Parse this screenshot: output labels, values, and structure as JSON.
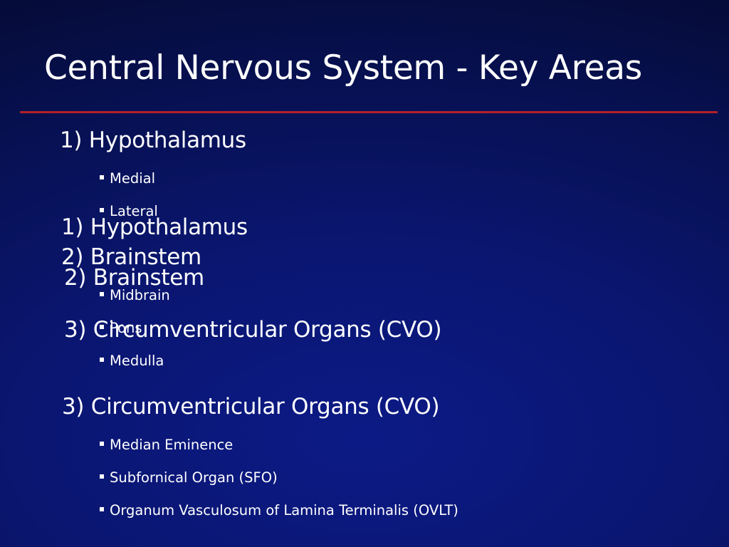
{
  "title": "Central Nervous System - Key Areas",
  "outline": {
    "sections": [
      {
        "heading": "1) Hypothalamus",
        "items": [
          "Medial",
          "Lateral"
        ]
      },
      {
        "heading": "2) Brainstem",
        "items": [
          "Midbrain",
          "Pons",
          "Medulla"
        ]
      },
      {
        "heading": "3) Circumventricular Organs (CVO)",
        "items": [
          "Median Eminence",
          "Subfornical Organ (SFO)",
          "Organum Vasculosum of Lamina Terminalis (OVLT)"
        ]
      }
    ]
  },
  "overlay": {
    "headings": [
      "1) Hypothalamus",
      "2) Brainstem",
      "2) Brainstem",
      "3) Circumventricular Organs (CVO)"
    ]
  },
  "colors": {
    "background": "#0a1670",
    "rule": "#b3202a",
    "text": "#ffffff"
  }
}
